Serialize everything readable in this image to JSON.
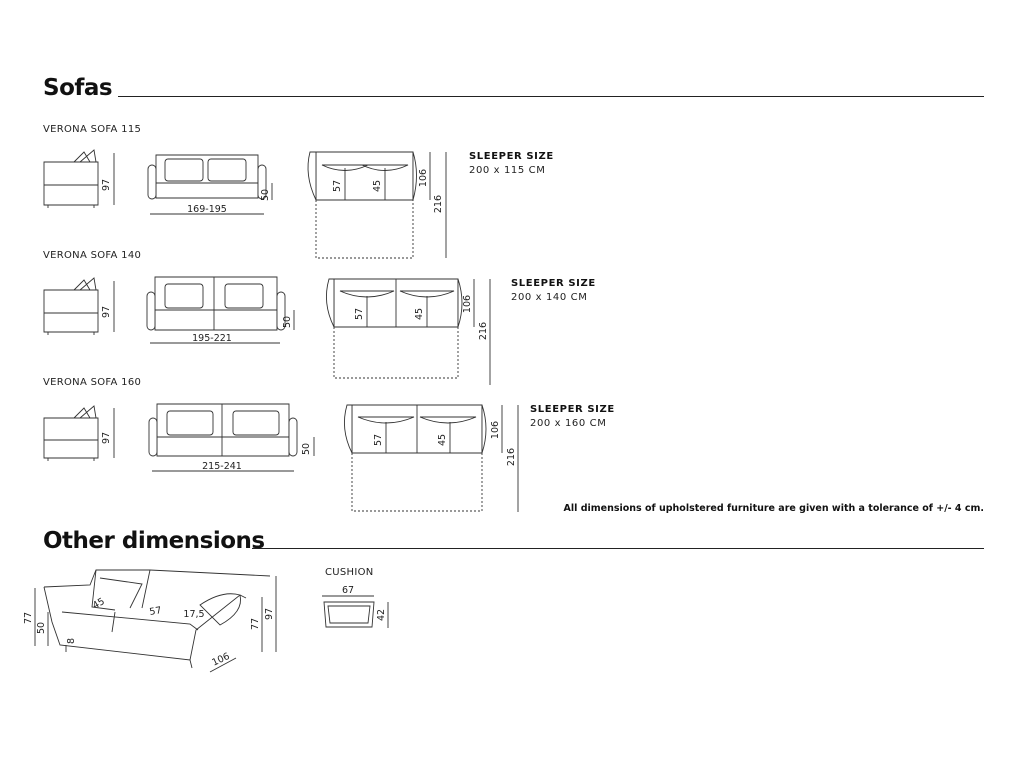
{
  "sections": {
    "sofas_title": "Sofas",
    "other_title": "Other dimensions"
  },
  "sofas": [
    {
      "name": "VERONA SOFA 115",
      "side_height": "97",
      "front_width": "169-195",
      "seat_height": "50",
      "top_a": "57",
      "top_b": "45",
      "top_depth": "106",
      "open_depth": "216",
      "sleeper_label": "SLEEPER SIZE",
      "sleeper_size": "200 x 115 CM"
    },
    {
      "name": "VERONA SOFA 140",
      "side_height": "97",
      "front_width": "195-221",
      "seat_height": "50",
      "top_a": "57",
      "top_b": "45",
      "top_depth": "106",
      "open_depth": "216",
      "sleeper_label": "SLEEPER SIZE",
      "sleeper_size": "200 x 140 CM"
    },
    {
      "name": "VERONA SOFA 160",
      "side_height": "97",
      "front_width": "215-241",
      "seat_height": "50",
      "top_a": "57",
      "top_b": "45",
      "top_depth": "106",
      "open_depth": "216",
      "sleeper_label": "SLEEPER SIZE",
      "sleeper_size": "200 x 160 CM"
    }
  ],
  "tolerance_note": "All dimensions of upholstered furniture are given with a tolerance of +/- 4 cm.",
  "perspective": {
    "h77_left": "77",
    "h50": "50",
    "d8": "8",
    "d45": "45",
    "d57": "57",
    "d17_5": "17,5",
    "h77_right": "77",
    "h97": "97",
    "d106": "106"
  },
  "cushion": {
    "label": "CUSHION",
    "width": "67",
    "height": "42"
  }
}
